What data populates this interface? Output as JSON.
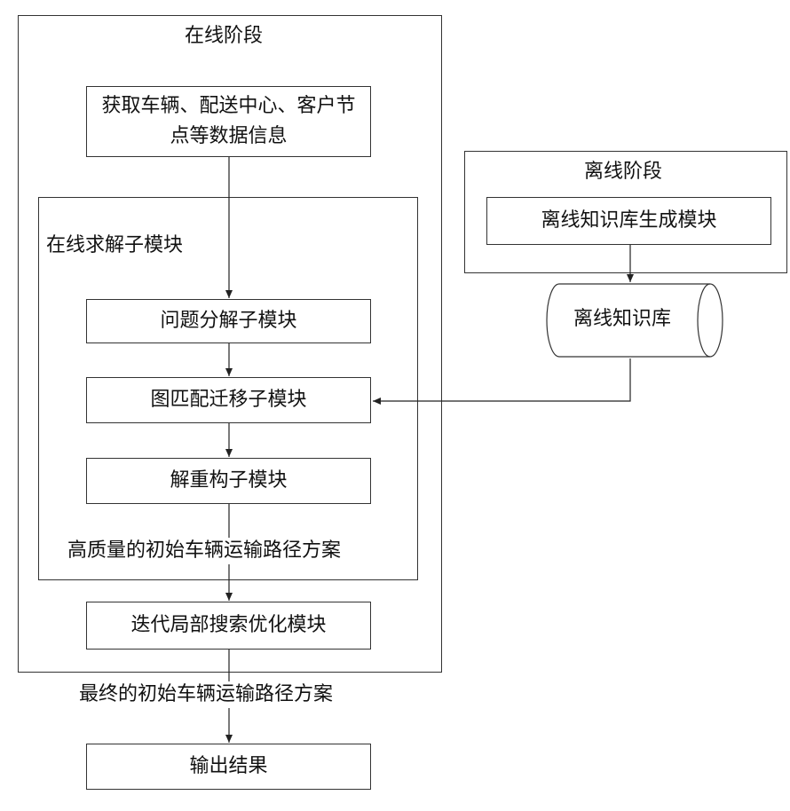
{
  "online_stage": {
    "title": "在线阶段",
    "acquire_box": "获取车辆、配送中心、客户节点等数据信息",
    "solver_submodule": {
      "title": "在线求解子模块",
      "decompose": "问题分解子模块",
      "graph_match": "图匹配迁移子模块",
      "reconstruct": "解重构子模块",
      "initial_plan": "高质量的初始车辆运输路径方案"
    },
    "local_search": "迭代局部搜索优化模块"
  },
  "offline_stage": {
    "title": "离线阶段",
    "kb_generator": "离线知识库生成模块",
    "knowledge_base": "离线知识库"
  },
  "final_plan": "最终的初始车辆运输路径方案",
  "output": "输出结果"
}
